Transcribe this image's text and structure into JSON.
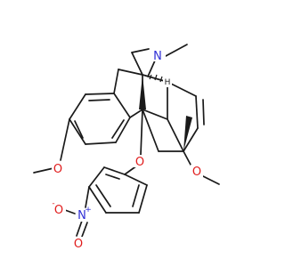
{
  "colors": {
    "bond": "#1a1a1a",
    "carbon": "#1a1a1a",
    "nitrogen": "#2f2fd6",
    "oxygen": "#e01b1b",
    "background": "#ffffff"
  },
  "atoms": {
    "amine_n": "N",
    "ring_oxygen": "O",
    "methoxy_left_oxygen": "O",
    "methoxy_right_oxygen": "O",
    "nitro_n": "N",
    "nitro_plus": "+",
    "nitro_o_top": "O",
    "nitro_o_left": "O",
    "nitro_minus": "-",
    "stereo_h": "H"
  }
}
